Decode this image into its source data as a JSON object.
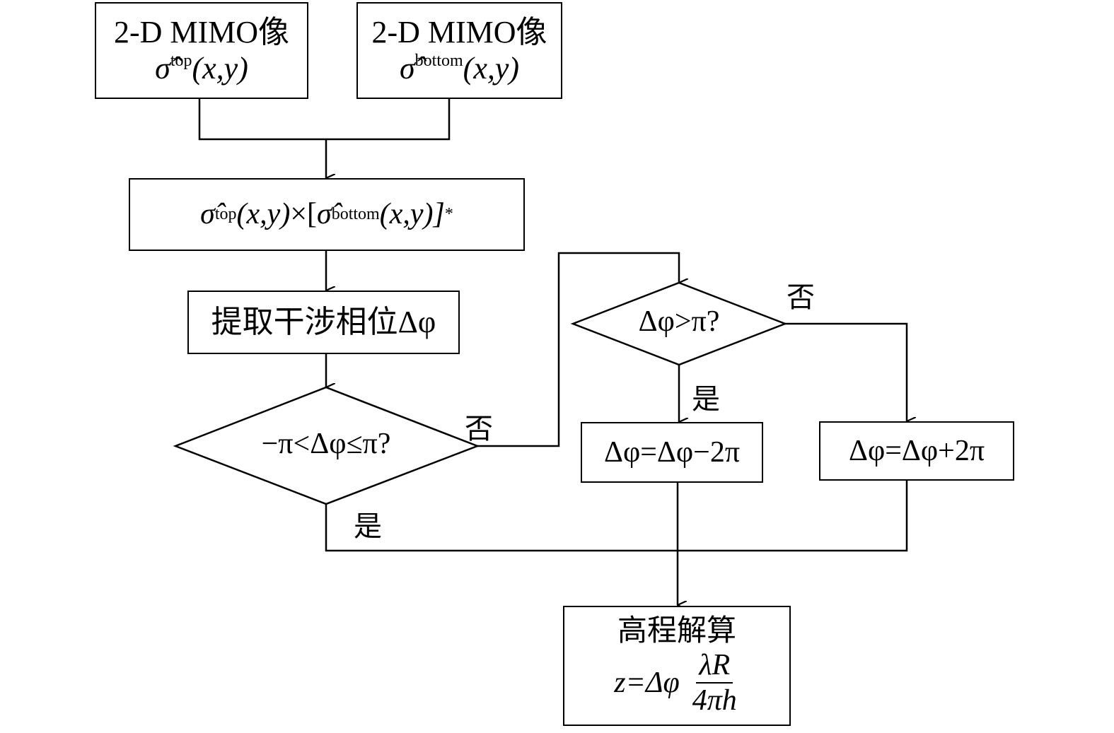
{
  "box_image_top": {
    "title": "2-D MIMO像",
    "formula_symbol": "σ̂",
    "formula_sup": "top",
    "formula_args": "(x,y)"
  },
  "box_image_bottom": {
    "title": "2-D MIMO像",
    "formula_symbol": "σ̂",
    "formula_sup": "bottom",
    "formula_args": "(x,y)"
  },
  "box_multiply": {
    "part1_symbol": "σ̂",
    "part1_sup": "top",
    "part1_args": "(x,y)",
    "times": "×[",
    "part2_symbol": "σ̂",
    "part2_sup": "bottom",
    "part2_args": " (x,y)]",
    "conj": "*"
  },
  "box_extract": {
    "text": "提取干涉相位Δφ"
  },
  "decision_range": {
    "text": "−π<Δφ≤π?"
  },
  "decision_greater": {
    "text": "Δφ>π?"
  },
  "box_subtract": {
    "text": "Δφ=Δφ−2π"
  },
  "box_add": {
    "text": "Δφ=Δφ+2π"
  },
  "box_elevation": {
    "title": "高程解算",
    "formula_lhs": "z=Δφ",
    "frac_num": "λR",
    "frac_den": "4πh"
  },
  "labels": {
    "no_1": "否",
    "yes_1": "是",
    "no_2": "否",
    "yes_2": "是"
  }
}
